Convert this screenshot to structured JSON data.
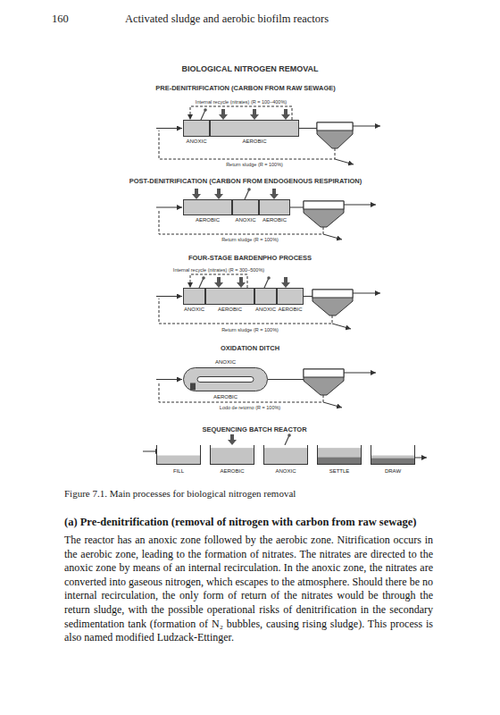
{
  "diagram": {
    "title": "BIOLOGICAL NITROGEN REMOVAL",
    "caption": "Figure 7.1. Main processes for biological nitrogen removal",
    "nodes": [
      {
        "text": [
          "ANOXIC"
        ]
      },
      {
        "text": [
          "AEROBIC"
        ]
      },
      {
        "text": [
          "AEROBIC"
        ]
      },
      {
        "text": [
          "ANOXIC"
        ]
      },
      {
        "text": [
          "AEROBIC"
        ]
      },
      {
        "text": [
          "ANOXIC"
        ]
      },
      {
        "text": [
          "AEROBIC"
        ]
      },
      {
        "text": [
          "ANOXIC"
        ]
      },
      {
        "text": [
          "AEROBIC"
        ]
      },
      {
        "text": [
          "ANOXIC",
          "AEROBIC"
        ]
      },
      {
        "text": [
          "FILL"
        ]
      },
      {
        "text": [
          "AEROBIC"
        ]
      },
      {
        "text": [
          "ANOXIC"
        ]
      },
      {
        "text": [
          "SETTLE"
        ]
      },
      {
        "text": [
          "DRAW"
        ]
      }
    ],
    "edges": [
      {
        "from": 1,
        "to": 0,
        "arrow": "to",
        "label": "Internal recycle (nitrates) (R = 100–400%)"
      },
      {
        "from": 6,
        "to": 5,
        "arrow": "to",
        "label": "Internal recycle (nitrates) (R = 300–500%)"
      }
    ],
    "labels": [
      "160",
      "Activated sludge and aerobic biofilm reactors",
      "PRE-DENITRIFICATION (CARBON FROM RAW SEWAGE)",
      "Return sludge (R = 100%)",
      "POST-DENITRIFICATION (CARBON FROM ENDOGENOUS RESPIRATION)",
      "Return sludge (R = 100%)",
      "FOUR-STAGE BARDENPHO PROCESS",
      "Return sludge (R = 100%)",
      "OXIDATION DITCH",
      "Lodo de retorno (R = 100%)",
      "SEQUENCING BATCH REACTOR",
      "(a) Pre-denitrification (removal of nitrogen with carbon from raw sewage)",
      "The reactor has an anoxic zone followed by the aerobic zone. Nitrification occurs in the aerobic zone, leading to the formation of nitrates. The nitrates are directed to the anoxic zone by means of an internal recirculation. In the anoxic zone, the nitrates are converted into gaseous nitrogen, which escapes to the atmosphere. Should there be no internal recirculation, the only form of return of the nitrates would be through the return sludge, with the possible operational risks of denitrification in the secondary sedimentation tank (formation of N₂ bubbles, causing rising sludge). This process is also named modified Ludzack-Ettinger."
    ]
  }
}
